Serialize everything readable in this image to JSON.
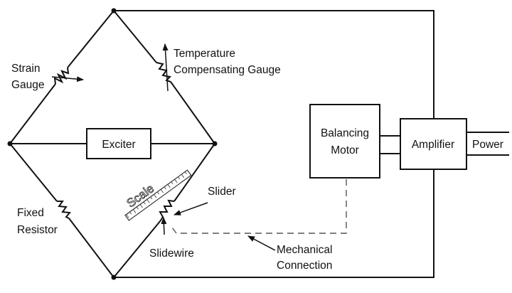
{
  "labels": {
    "strain_gauge_line1": "Strain",
    "strain_gauge_line2": "Gauge",
    "temp_gauge_line1": "Temperature",
    "temp_gauge_line2": "Compensating Gauge",
    "exciter": "Exciter",
    "balancing_motor_line1": "Balancing",
    "balancing_motor_line2": "Motor",
    "amplifier": "Amplifier",
    "power": "Power",
    "scale": "Scale",
    "slider": "Slider",
    "fixed_resistor_line1": "Fixed",
    "fixed_resistor_line2": "Resistor",
    "slidewire": "Slidewire",
    "mechanical_line1": "Mechanical",
    "mechanical_line2": "Connection"
  }
}
